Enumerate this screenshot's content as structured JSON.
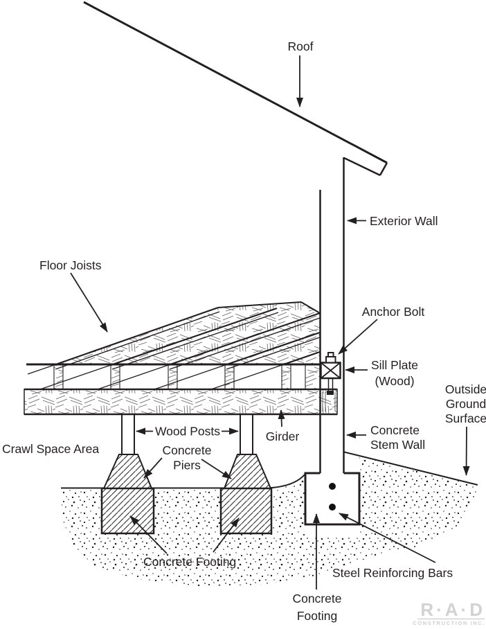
{
  "title": "House foundation cross-section diagram",
  "colors": {
    "ink": "#231f20",
    "paper": "#ffffff",
    "logo_gray": "#d2d2d2"
  },
  "labels": {
    "roof": "Roof",
    "floor_joists": "Floor Joists",
    "exterior_wall": "Exterior Wall",
    "anchor_bolt": "Anchor Bolt",
    "sill_plate": {
      "line1": "Sill Plate",
      "line2": "(Wood)"
    },
    "outside_ground_surface": {
      "line1": "Outside",
      "line2": "Ground",
      "line3": "Surface"
    },
    "concrete_stem_wall": {
      "line1": "Concrete",
      "line2": "Stem Wall"
    },
    "girder": "Girder",
    "wood_posts": "Wood Posts",
    "crawl_space_area": "Crawl Space Area",
    "concrete_piers": {
      "line1": "Concrete",
      "line2": "Piers"
    },
    "concrete_footing_left": "Concrete Footing",
    "steel_reinforcing_bars": "Steel Reinforcing Bars",
    "concrete_footing_bottom": {
      "line1": "Concrete",
      "line2": "Footing"
    }
  },
  "logo": {
    "wordmark": "R·A·D",
    "tagline": "CONSTRUCTION INC."
  }
}
